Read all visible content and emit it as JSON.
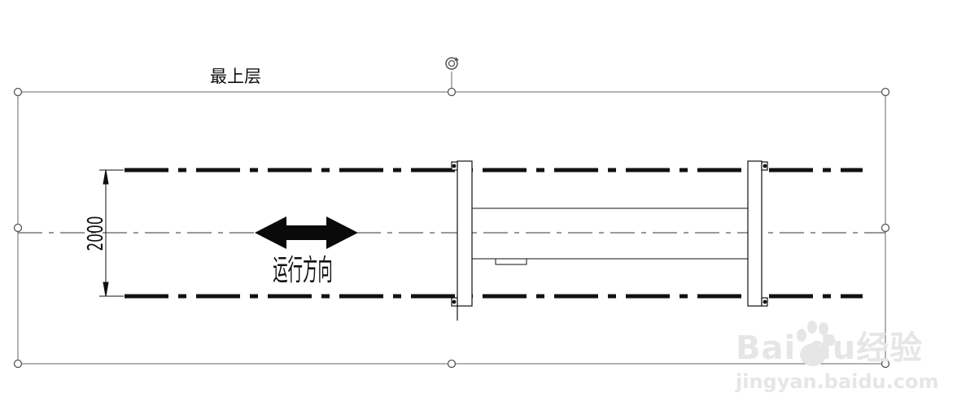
{
  "layer_label": "最上层",
  "dimension_text": "2000",
  "direction_text": "运行方向",
  "watermark": {
    "brand": "Bai du经验",
    "url": "jingyan.baidu.com"
  },
  "icons": {
    "rotate": "rotate-handle-icon",
    "direction": "double-arrow-icon"
  },
  "colors": {
    "ink": "#111111",
    "frame": "#555555",
    "watermark": "#e6e6e6"
  }
}
